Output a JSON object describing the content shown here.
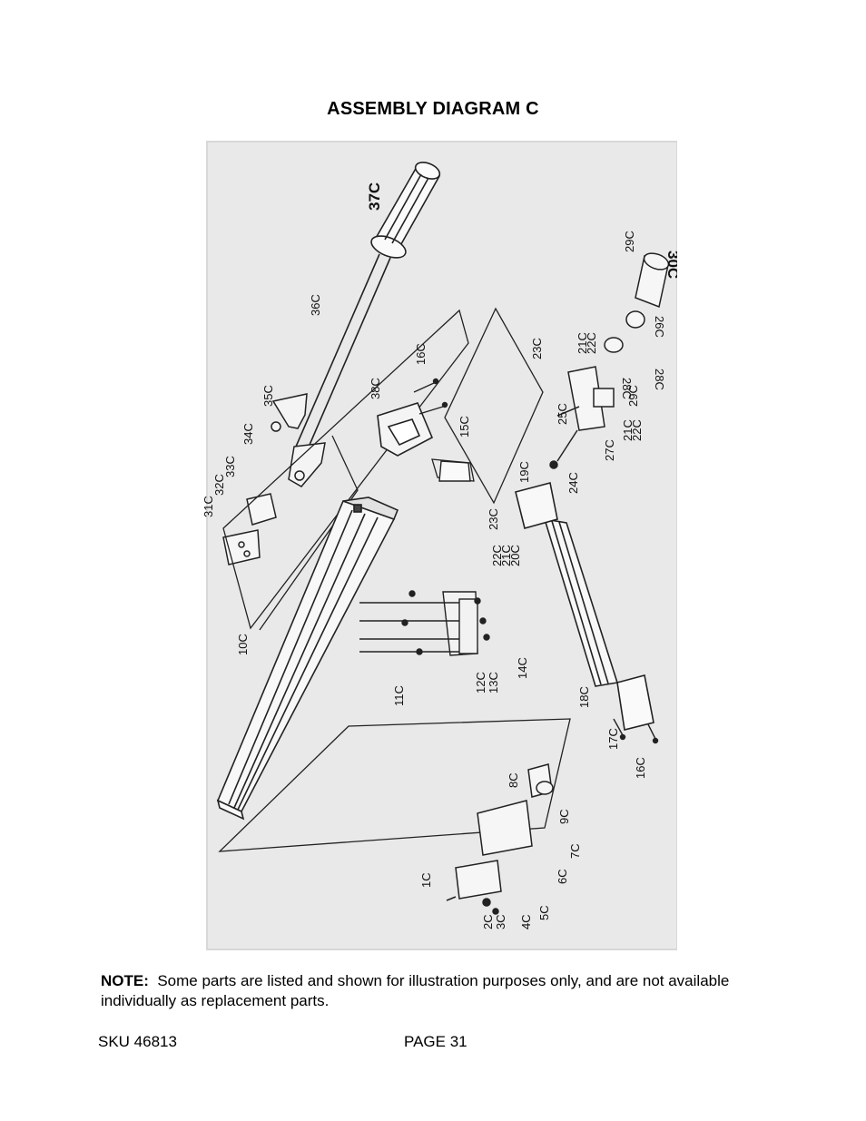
{
  "title": "ASSEMBLY DIAGRAM C",
  "diagram": {
    "part_labels": [
      "37C",
      "36C",
      "35C",
      "34C",
      "33C",
      "32C",
      "31C",
      "38C",
      "16C",
      "15C",
      "10C",
      "11C",
      "12C",
      "13C",
      "14C",
      "19C",
      "18C",
      "17C",
      "16C",
      "23C",
      "22C",
      "21C",
      "20C",
      "30C",
      "29C",
      "28C",
      "26C",
      "25C",
      "24C",
      "27C",
      "21C",
      "22C",
      "29C",
      "28C",
      "23C",
      "22C",
      "21C",
      "1C",
      "2C",
      "3C",
      "4C",
      "5C",
      "6C",
      "7C",
      "8C",
      "9C"
    ]
  },
  "note": {
    "label": "NOTE:",
    "text": "Some parts are listed and shown for illustration purposes only, and are not available individually as replacement parts."
  },
  "footer": {
    "sku": "SKU 46813",
    "page": "PAGE 31"
  }
}
